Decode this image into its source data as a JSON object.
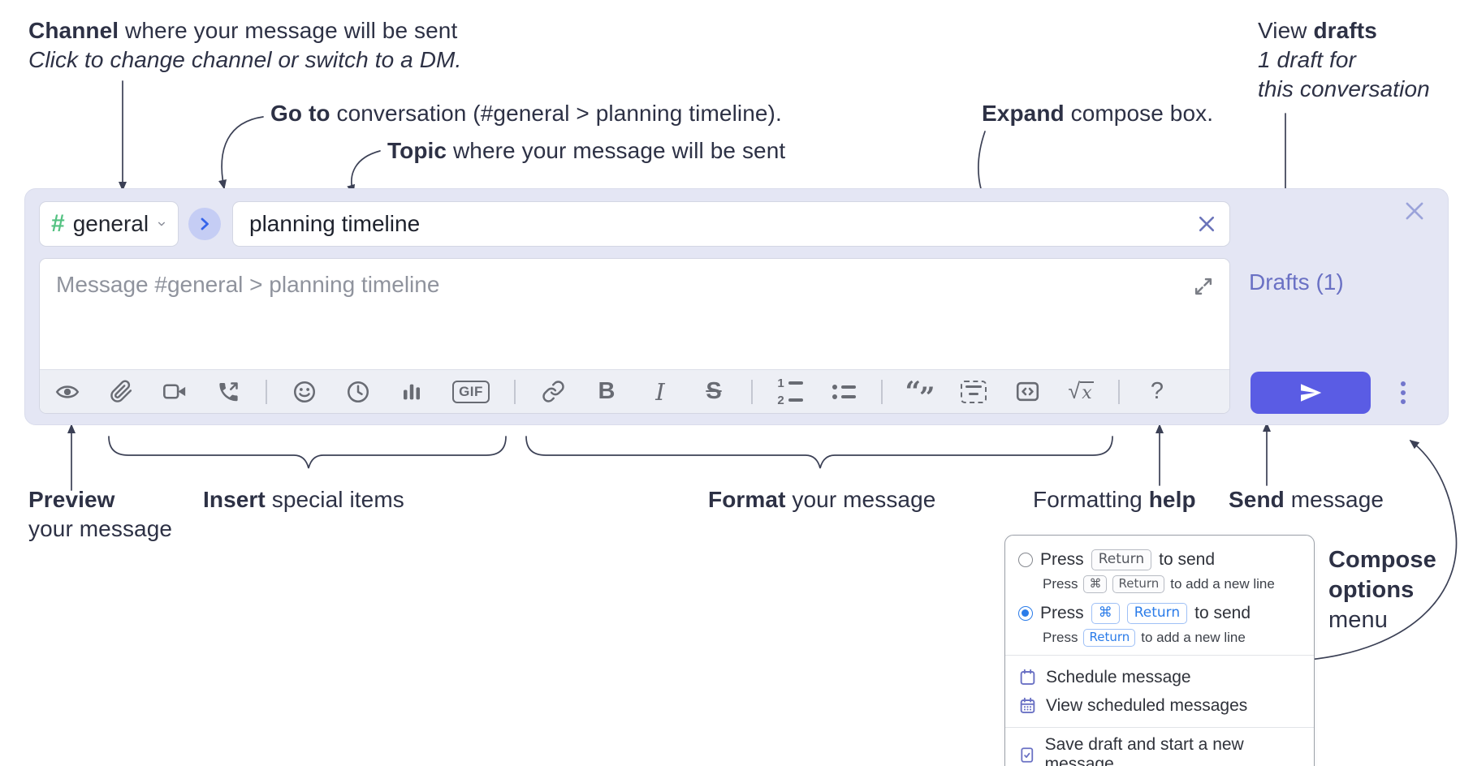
{
  "annotations": {
    "channel_line1_bold": "Channel",
    "channel_line1_rest": " where your message will be sent",
    "channel_line2": "Click to change channel or switch to a DM.",
    "goto_bold": "Go to",
    "goto_rest": " conversation (#general > planning timeline).",
    "topic_bold": "Topic",
    "topic_rest": " where your message will be sent",
    "expand_bold": "Expand",
    "expand_rest": " compose box.",
    "drafts_line1_pre": "View ",
    "drafts_line1_bold": "drafts",
    "drafts_line2": "1 draft for",
    "drafts_line3": "this conversation",
    "preview_bold": "Preview",
    "preview_line2": "your message",
    "insert_bold": "Insert",
    "insert_rest": " special items",
    "format_bold": "Format",
    "format_rest": " your message",
    "help_pre": "Formatting ",
    "help_bold": "help",
    "send_bold": "Send",
    "send_rest": " message",
    "compose_opts_line1": "Compose",
    "compose_opts_line2": "options",
    "compose_opts_line3": "menu"
  },
  "compose": {
    "channel_hash": "#",
    "channel_name": "general",
    "topic_value": "planning timeline",
    "message_placeholder": "Message #general > planning timeline",
    "drafts_link": "Drafts (1)",
    "toolbar_labels": {
      "gif": "GIF",
      "bold": "B",
      "italic": "I",
      "strike": "S",
      "ol_1": "1",
      "ol_2": "2",
      "quote_open": "“",
      "quote_close": "”",
      "sqrt": "√",
      "math_x": "x",
      "help": "?"
    }
  },
  "compose_menu": {
    "opt1_pre": "Press",
    "opt1_key": "Return",
    "opt1_post": "to send",
    "opt1_sub_pre": "Press",
    "opt1_sub_key1": "⌘",
    "opt1_sub_key2": "Return",
    "opt1_sub_post": "to add a new line",
    "opt2_pre": "Press",
    "opt2_key1": "⌘",
    "opt2_key2": "Return",
    "opt2_post": "to send",
    "opt2_sub_pre": "Press",
    "opt2_sub_key": "Return",
    "opt2_sub_post": "to add a new line",
    "item_schedule": "Schedule message",
    "item_view_scheduled": "View scheduled messages",
    "item_save_draft": "Save draft and start a new message"
  },
  "icons": {
    "toolbar": [
      "eye-icon",
      "paperclip-icon",
      "video-camera-icon",
      "phone-call-icon",
      "smiley-icon",
      "clock-icon",
      "poll-bar-chart-icon",
      "gif-icon",
      "link-icon",
      "bold-icon",
      "italic-icon",
      "strikethrough-icon",
      "ordered-list-icon",
      "bulleted-list-icon",
      "quote-icon",
      "spoiler-icon",
      "code-icon",
      "math-icon",
      "help-icon"
    ],
    "other": [
      "hash-icon",
      "chevron-down-icon",
      "chevron-right-icon",
      "clear-x-icon",
      "close-x-icon",
      "expand-diagonal-icon",
      "send-plane-icon",
      "vertical-ellipsis-icon",
      "calendar-icon",
      "calendar-dots-icon",
      "draft-check-icon"
    ]
  },
  "colors": {
    "compose_bg": "#e4e6f4",
    "send_button": "#5a5ce4",
    "hash_green": "#54c282",
    "accent_purple": "#6a71c4",
    "radio_blue": "#2b7ce9",
    "icon_gray": "#686b73",
    "annotation_ink": "#3b4055"
  }
}
